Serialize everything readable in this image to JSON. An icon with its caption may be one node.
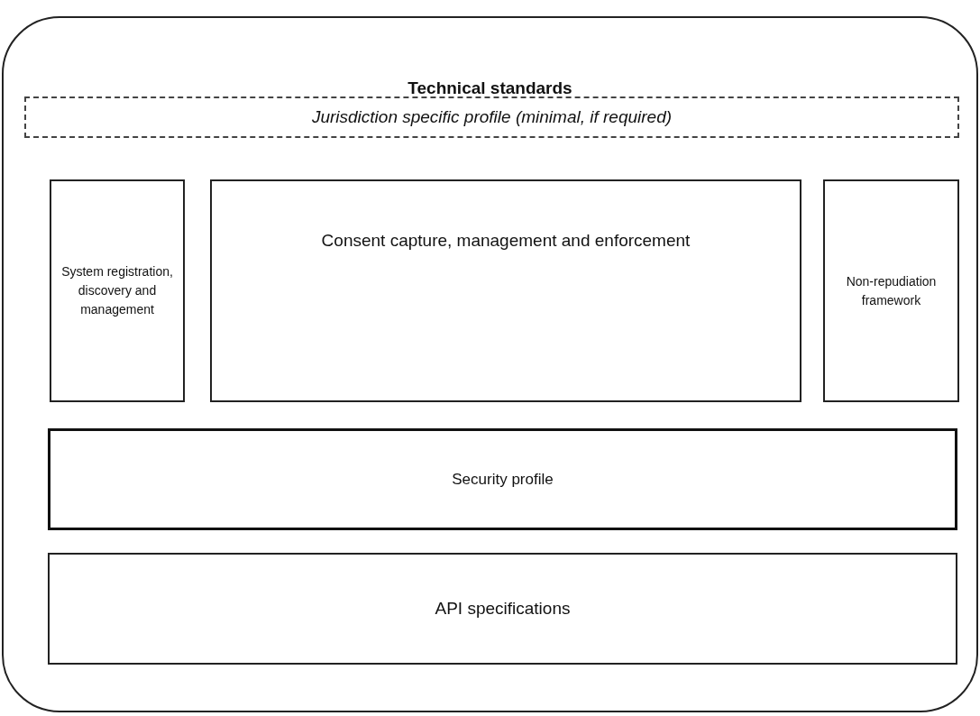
{
  "diagram": {
    "nodes": [
      {
        "text": [
          "Technical standards"
        ]
      },
      {
        "text": [
          "Jurisdiction specific profile (minimal, if required)"
        ],
        "in": 0
      },
      {
        "text": [
          "System registration, discovery and management"
        ],
        "in": 0
      },
      {
        "text": [
          "Consent capture, management and enforcement"
        ],
        "in": 0
      },
      {
        "text": [
          "Non-repudiation framework"
        ],
        "in": 0
      },
      {
        "text": [
          "Security profile"
        ],
        "in": 0
      },
      {
        "text": [
          "API specifications"
        ],
        "in": 0
      }
    ]
  }
}
